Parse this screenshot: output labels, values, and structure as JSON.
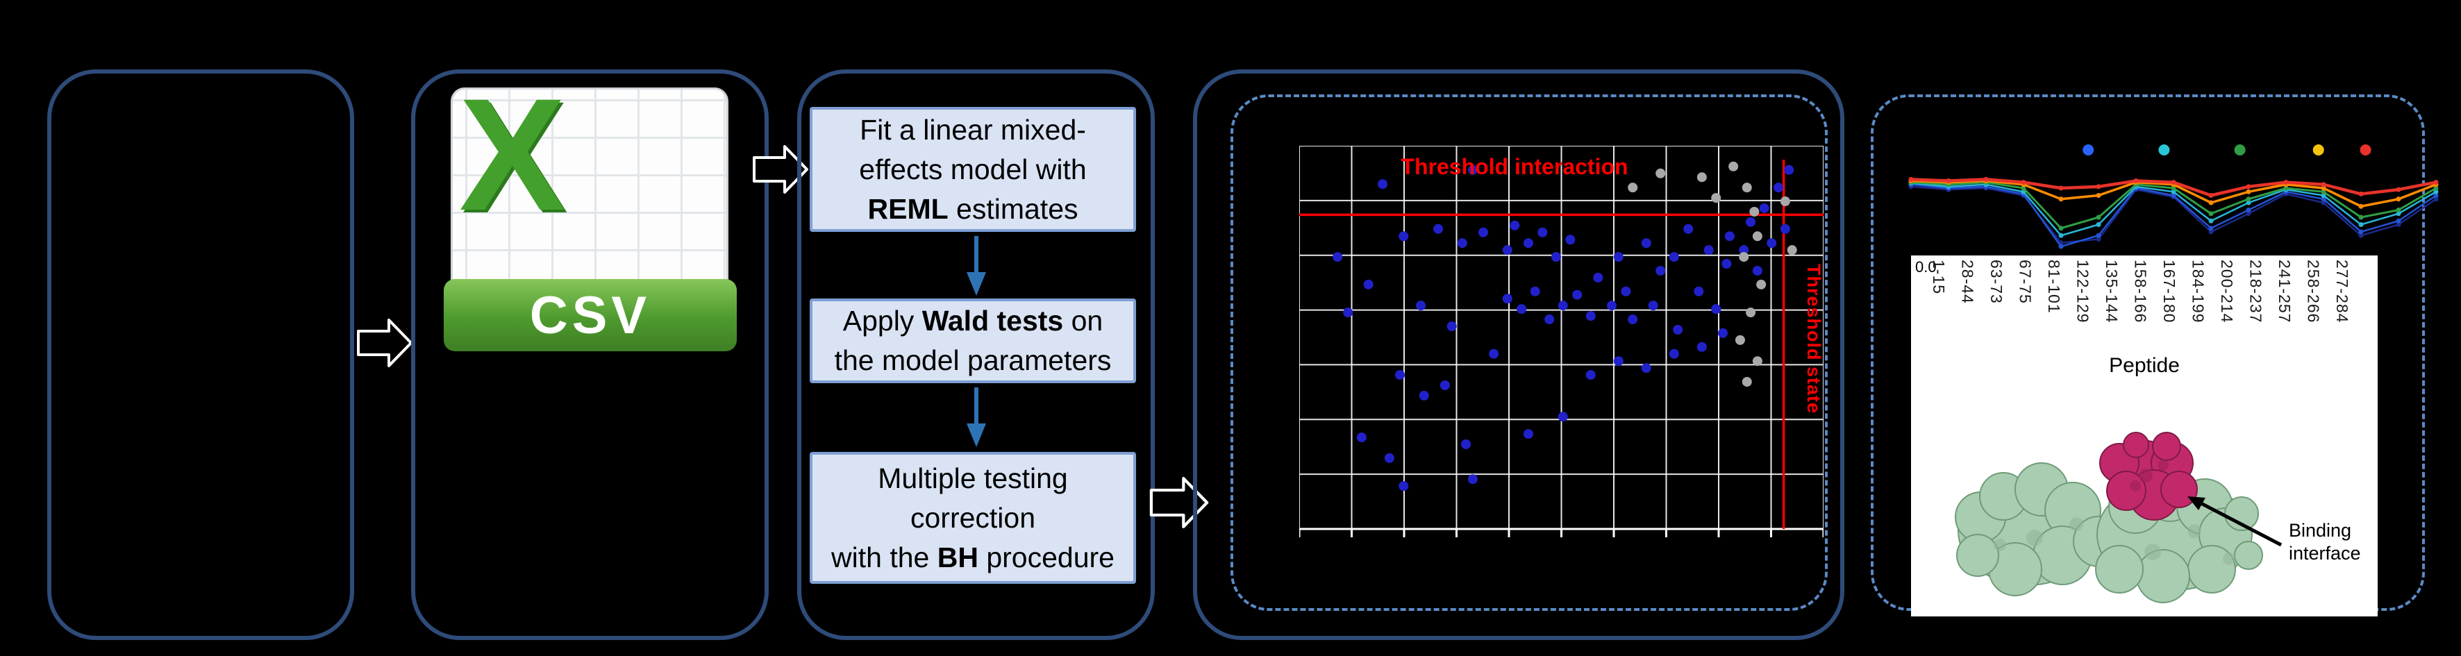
{
  "colors": {
    "background": "#000000",
    "panel_border": "#2e4b79",
    "dashed_border": "#5b8ac5",
    "step_fill": "#dae3f3",
    "step_border": "#7f9fd4",
    "flow_arrow_stroke": "#ffffff",
    "down_arrow": "#2e74b5",
    "threshold": "#ff0000",
    "significant_point": "#2121cc",
    "nonsignificant_point": "#a9a9a9"
  },
  "csv_icon": {
    "letter": "X",
    "label": "CSV"
  },
  "method_steps": [
    {
      "l1": "Fit a linear mixed-",
      "l2": "effects model with",
      "l3_bold": "REML",
      "l3_rest": " estimates"
    },
    {
      "l1_pre": "Apply ",
      "l1_bold": "Wald tests",
      "l1_post": " on",
      "l2": "the model parameters"
    },
    {
      "l1": "Multiple testing",
      "l2": "correction",
      "l3_pre": "with the ",
      "l3_bold": "BH",
      "l3_post": " procedure"
    }
  ],
  "chart_data": [
    {
      "type": "scatter",
      "title": "Threshold interaction",
      "side_label": "Threshold state",
      "xlabel": "",
      "ylabel": "",
      "grid": {
        "cols": 10,
        "rows": 7,
        "show": true
      },
      "threshold_h_frac": 0.18,
      "threshold_v_frac": 0.924,
      "point_color": "#2121cc",
      "nonsig_color": "#a9a9a9",
      "blue_points": [
        [
          7.3,
          29
        ],
        [
          15.9,
          10
        ],
        [
          19.9,
          23.6
        ],
        [
          26.5,
          21.7
        ],
        [
          31.1,
          25.4
        ],
        [
          33.1,
          6.3
        ],
        [
          35.1,
          22.6
        ],
        [
          39.7,
          27.2
        ],
        [
          41.1,
          20.8
        ],
        [
          43.7,
          25.4
        ],
        [
          46.4,
          22.6
        ],
        [
          49,
          29
        ],
        [
          51.7,
          24.5
        ],
        [
          39.7,
          39.9
        ],
        [
          42.4,
          42.6
        ],
        [
          45,
          38
        ],
        [
          47.7,
          45.3
        ],
        [
          50.3,
          41.7
        ],
        [
          53,
          38.9
        ],
        [
          55.6,
          44.4
        ],
        [
          57,
          34.4
        ],
        [
          59.6,
          41.7
        ],
        [
          60.9,
          29
        ],
        [
          62.3,
          38
        ],
        [
          63.6,
          45.3
        ],
        [
          66.2,
          25.4
        ],
        [
          67.5,
          41.7
        ],
        [
          68.9,
          32.6
        ],
        [
          71.5,
          29
        ],
        [
          72.2,
          48
        ],
        [
          74.2,
          21.7
        ],
        [
          76.2,
          38
        ],
        [
          78.1,
          27.2
        ],
        [
          79.5,
          42.6
        ],
        [
          81.5,
          30.8
        ],
        [
          82.1,
          23.6
        ],
        [
          84.8,
          27.2
        ],
        [
          86.1,
          19.9
        ],
        [
          87.4,
          32.6
        ],
        [
          88.7,
          16.3
        ],
        [
          90.1,
          25.4
        ],
        [
          91.4,
          10.9
        ],
        [
          92.7,
          21.7
        ],
        [
          93.4,
          6.3
        ],
        [
          19.2,
          59.8
        ],
        [
          23.8,
          65.2
        ],
        [
          27.8,
          62.5
        ],
        [
          11.9,
          76.1
        ],
        [
          17.2,
          81.5
        ],
        [
          31.8,
          77.9
        ],
        [
          37.1,
          54.3
        ],
        [
          55.6,
          59.8
        ],
        [
          60.9,
          56.2
        ],
        [
          66.2,
          58
        ],
        [
          33.1,
          87
        ],
        [
          19.9,
          88.8
        ],
        [
          43.7,
          75.2
        ],
        [
          50.3,
          70.7
        ],
        [
          76.8,
          52.5
        ],
        [
          80.8,
          48.9
        ],
        [
          71.5,
          54.3
        ],
        [
          9.3,
          43.5
        ],
        [
          13.2,
          36.2
        ],
        [
          23.2,
          41.7
        ],
        [
          29.1,
          47.1
        ]
      ],
      "gray_points": [
        [
          82.8,
          5.4
        ],
        [
          85.4,
          10.9
        ],
        [
          86.8,
          17.2
        ],
        [
          87.4,
          23.6
        ],
        [
          84.8,
          29
        ],
        [
          88.1,
          36.2
        ],
        [
          86.1,
          43.5
        ],
        [
          84.1,
          50.7
        ],
        [
          87.4,
          56.2
        ],
        [
          85.4,
          61.6
        ],
        [
          92.7,
          14.5
        ],
        [
          94,
          27.2
        ],
        [
          76.8,
          8.2
        ],
        [
          79.5,
          13.6
        ],
        [
          68.9,
          7.2
        ],
        [
          63.6,
          10.9
        ]
      ]
    },
    {
      "type": "line",
      "title": "",
      "xlabel": "Peptide",
      "ytick": "0.0",
      "categories": [
        "1-15",
        "28-44",
        "63-73",
        "67-75",
        "81-101",
        "122-129",
        "135-144",
        "158-166",
        "167-180",
        "184-199",
        "200-214",
        "218-237",
        "241-257",
        "258-266",
        "277-284"
      ],
      "legend": [
        {
          "color": "#2962ff",
          "xf": 0.34
        },
        {
          "color": "#29c6d8",
          "xf": 0.48
        },
        {
          "color": "#2f9e44",
          "xf": 0.62
        },
        {
          "color": "#f4c20d",
          "xf": 0.765
        },
        {
          "color": "#e8332a",
          "xf": 0.852
        }
      ],
      "series": [
        {
          "name": "navy",
          "color": "#1b2a8a",
          "w": 2.5,
          "values": [
            0.18,
            0.22,
            0.2,
            0.3,
            0.95,
            0.9,
            0.22,
            0.32,
            0.8,
            0.55,
            0.28,
            0.4,
            0.85,
            0.7,
            0.35
          ]
        },
        {
          "name": "blue",
          "color": "#2453d6",
          "w": 2.5,
          "values": [
            0.15,
            0.2,
            0.18,
            0.28,
            1.0,
            0.85,
            0.2,
            0.3,
            0.75,
            0.5,
            0.25,
            0.35,
            0.8,
            0.65,
            0.3
          ]
        },
        {
          "name": "cyan",
          "color": "#29b6d8",
          "w": 2.5,
          "values": [
            0.13,
            0.18,
            0.15,
            0.25,
            0.85,
            0.7,
            0.18,
            0.25,
            0.65,
            0.4,
            0.22,
            0.3,
            0.7,
            0.55,
            0.25
          ]
        },
        {
          "name": "green",
          "color": "#2f9e44",
          "w": 3,
          "values": [
            0.12,
            0.15,
            0.12,
            0.2,
            0.75,
            0.6,
            0.15,
            0.2,
            0.55,
            0.35,
            0.2,
            0.25,
            0.6,
            0.5,
            0.2
          ]
        },
        {
          "name": "orange",
          "color": "#ff8c00",
          "w": 3.5,
          "values": [
            0.1,
            0.12,
            0.1,
            0.15,
            0.35,
            0.3,
            0.12,
            0.15,
            0.4,
            0.25,
            0.15,
            0.2,
            0.45,
            0.35,
            0.15
          ]
        },
        {
          "name": "red",
          "color": "#e8332a",
          "w": 4.5,
          "values": [
            0.08,
            0.1,
            0.08,
            0.12,
            0.2,
            0.18,
            0.1,
            0.12,
            0.3,
            0.18,
            0.12,
            0.15,
            0.28,
            0.22,
            0.12
          ]
        }
      ]
    }
  ],
  "structure_panel": {
    "annotation": {
      "line1": "Binding",
      "line2": "interface"
    }
  }
}
